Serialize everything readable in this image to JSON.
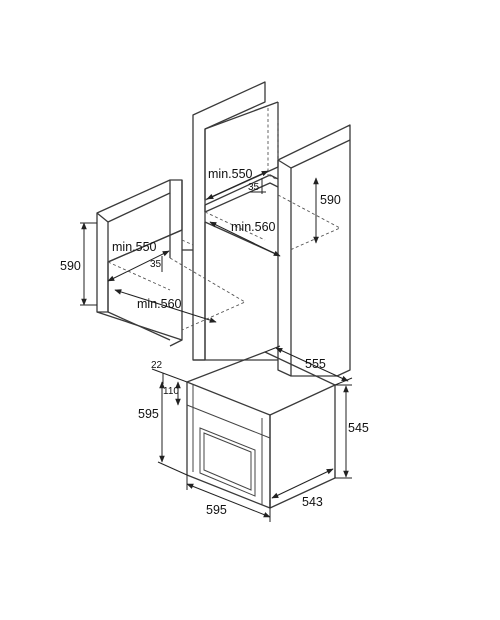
{
  "labels": {
    "upper_min_depth": "min.550",
    "upper_gap": "35",
    "upper_height": "590",
    "upper_min_width": "min.560",
    "lower_min_depth": "min.550",
    "lower_gap": "35",
    "lower_height": "590",
    "lower_min_width": "min.560",
    "oven_top_offset": "22",
    "oven_panel_height": "110",
    "oven_front_height": "595",
    "oven_width": "595",
    "oven_depth_top": "555",
    "oven_body_height": "545",
    "oven_body_depth": "543"
  },
  "colors": {
    "line": "#3a3a3a",
    "text": "#111111",
    "background": "#ffffff"
  }
}
